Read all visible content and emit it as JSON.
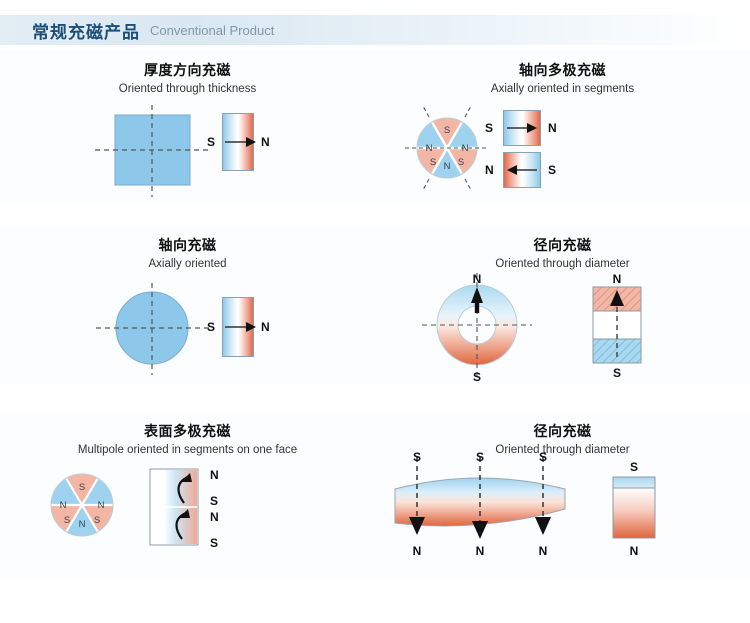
{
  "header": {
    "title_cn": "常规充磁产品",
    "title_en": "Conventional Product"
  },
  "panels": [
    {
      "id": "thickness",
      "title_cn": "厚度方向充磁",
      "title_en": "Oriented through thickness",
      "labels": {
        "s": "S",
        "n": "N"
      }
    },
    {
      "id": "axial-multipole",
      "title_cn": "轴向多极充磁",
      "title_en": "Axially oriented in segments",
      "segments": [
        "S",
        "N",
        "S",
        "N",
        "S",
        "N"
      ],
      "labels": {
        "top_left": "S",
        "top_right": "N",
        "bottom_left": "N",
        "bottom_right": "S"
      }
    },
    {
      "id": "axial",
      "title_cn": "轴向充磁",
      "title_en": "Axially oriented",
      "labels": {
        "s": "S",
        "n": "N"
      }
    },
    {
      "id": "radial-ring",
      "title_cn": "径向充磁",
      "title_en": "Oriented through diameter",
      "labels": {
        "ring_top": "N",
        "ring_bottom": "S",
        "bar_top": "N",
        "bar_bottom": "S"
      }
    },
    {
      "id": "surface-multipole",
      "title_cn": "表面多极充磁",
      "title_en": "Multipole oriented in segments on one face",
      "segments": [
        "S",
        "N",
        "S",
        "N",
        "S",
        "N"
      ],
      "side_labels": [
        "N",
        "S",
        "N",
        "S"
      ]
    },
    {
      "id": "radial-arc",
      "title_cn": "径向充磁",
      "title_en": "Oriented through diameter",
      "arc_top_labels": [
        "S",
        "S",
        "S"
      ],
      "arc_bottom_labels": [
        "N",
        "N",
        "N"
      ],
      "block_top_label": "S",
      "block_bottom_label": "N"
    }
  ],
  "colors": {
    "header_text": "#1c4e78",
    "header_subtext": "#7d98ab",
    "blue": "#8dc8ea",
    "red": "#e2684a",
    "segment_blue": "#9fd2ee",
    "segment_pink": "#f4b6a4"
  }
}
